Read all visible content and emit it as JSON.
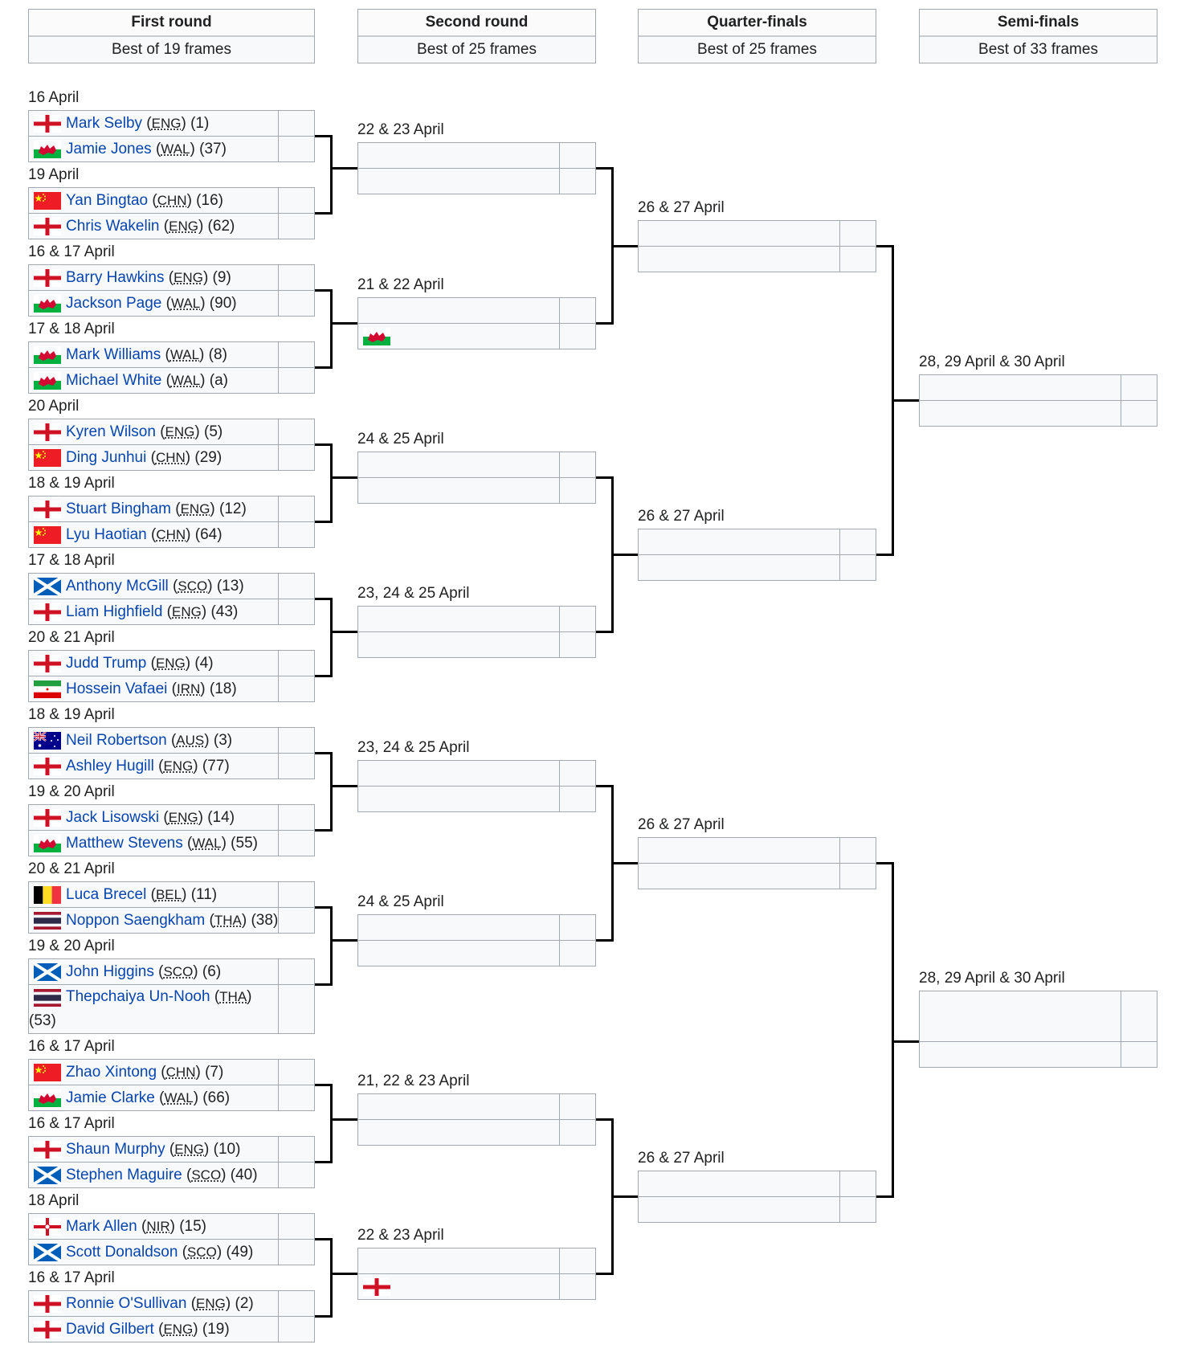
{
  "headers": [
    {
      "title": "First round",
      "subtitle": "Best of 19 frames"
    },
    {
      "title": "Second round",
      "subtitle": "Best of 25 frames"
    },
    {
      "title": "Quarter-finals",
      "subtitle": "Best of 25 frames"
    },
    {
      "title": "Semi-finals",
      "subtitle": "Best of 33 frames"
    }
  ],
  "round1": [
    {
      "date": "16 April",
      "players": [
        {
          "name": "Mark Selby",
          "nat": "ENG",
          "seed": "1",
          "flag": "eng"
        },
        {
          "name": "Jamie Jones",
          "nat": "WAL",
          "seed": "37",
          "flag": "wal"
        }
      ]
    },
    {
      "date": "19 April",
      "players": [
        {
          "name": "Yan Bingtao",
          "nat": "CHN",
          "seed": "16",
          "flag": "chn"
        },
        {
          "name": "Chris Wakelin",
          "nat": "ENG",
          "seed": "62",
          "flag": "eng"
        }
      ]
    },
    {
      "date": "16 & 17 April",
      "players": [
        {
          "name": "Barry Hawkins",
          "nat": "ENG",
          "seed": "9",
          "flag": "eng"
        },
        {
          "name": "Jackson Page",
          "nat": "WAL",
          "seed": "90",
          "flag": "wal"
        }
      ]
    },
    {
      "date": "17 & 18 April",
      "players": [
        {
          "name": "Mark Williams",
          "nat": "WAL",
          "seed": "8",
          "flag": "wal"
        },
        {
          "name": "Michael White",
          "nat": "WAL",
          "seed": "a",
          "flag": "wal"
        }
      ]
    },
    {
      "date": "20 April",
      "players": [
        {
          "name": "Kyren Wilson",
          "nat": "ENG",
          "seed": "5",
          "flag": "eng"
        },
        {
          "name": "Ding Junhui",
          "nat": "CHN",
          "seed": "29",
          "flag": "chn"
        }
      ]
    },
    {
      "date": "18 & 19 April",
      "players": [
        {
          "name": "Stuart Bingham",
          "nat": "ENG",
          "seed": "12",
          "flag": "eng"
        },
        {
          "name": "Lyu Haotian",
          "nat": "CHN",
          "seed": "64",
          "flag": "chn"
        }
      ]
    },
    {
      "date": "17 & 18 April",
      "players": [
        {
          "name": "Anthony McGill",
          "nat": "SCO",
          "seed": "13",
          "flag": "sco"
        },
        {
          "name": "Liam Highfield",
          "nat": "ENG",
          "seed": "43",
          "flag": "eng"
        }
      ]
    },
    {
      "date": "20 & 21 April",
      "players": [
        {
          "name": "Judd Trump",
          "nat": "ENG",
          "seed": "4",
          "flag": "eng"
        },
        {
          "name": "Hossein Vafaei",
          "nat": "IRN",
          "seed": "18",
          "flag": "irn"
        }
      ]
    },
    {
      "date": "18 & 19 April",
      "players": [
        {
          "name": "Neil Robertson",
          "nat": "AUS",
          "seed": "3",
          "flag": "aus"
        },
        {
          "name": "Ashley Hugill",
          "nat": "ENG",
          "seed": "77",
          "flag": "eng"
        }
      ]
    },
    {
      "date": "19 & 20 April",
      "players": [
        {
          "name": "Jack Lisowski",
          "nat": "ENG",
          "seed": "14",
          "flag": "eng"
        },
        {
          "name": "Matthew Stevens",
          "nat": "WAL",
          "seed": "55",
          "flag": "wal"
        }
      ]
    },
    {
      "date": "20 & 21 April",
      "players": [
        {
          "name": "Luca Brecel",
          "nat": "BEL",
          "seed": "11",
          "flag": "bel"
        },
        {
          "name": "Noppon Saengkham",
          "nat": "THA",
          "seed": "38",
          "flag": "tha"
        }
      ]
    },
    {
      "date": "19 & 20 April",
      "players": [
        {
          "name": "John Higgins",
          "nat": "SCO",
          "seed": "6",
          "flag": "sco"
        },
        {
          "name": "Thepchaiya Un-Nooh",
          "nat": "THA",
          "seed": "53",
          "flag": "tha",
          "wrap": true
        }
      ]
    },
    {
      "date": "16 & 17 April",
      "players": [
        {
          "name": "Zhao Xintong",
          "nat": "CHN",
          "seed": "7",
          "flag": "chn"
        },
        {
          "name": "Jamie Clarke",
          "nat": "WAL",
          "seed": "66",
          "flag": "wal"
        }
      ]
    },
    {
      "date": "16 & 17 April",
      "players": [
        {
          "name": "Shaun Murphy",
          "nat": "ENG",
          "seed": "10",
          "flag": "eng"
        },
        {
          "name": "Stephen Maguire",
          "nat": "SCO",
          "seed": "40",
          "flag": "sco"
        }
      ]
    },
    {
      "date": "18 April",
      "players": [
        {
          "name": "Mark Allen",
          "nat": "NIR",
          "seed": "15",
          "flag": "nir"
        },
        {
          "name": "Scott Donaldson",
          "nat": "SCO",
          "seed": "49",
          "flag": "sco"
        }
      ]
    },
    {
      "date": "16 & 17 April",
      "players": [
        {
          "name": "Ronnie O'Sullivan",
          "nat": "ENG",
          "seed": "2",
          "flag": "eng"
        },
        {
          "name": "David Gilbert",
          "nat": "ENG",
          "seed": "19",
          "flag": "eng"
        }
      ]
    }
  ],
  "round2": [
    {
      "date": "22 & 23 April",
      "players": [
        {},
        {}
      ]
    },
    {
      "date": "21 & 22 April",
      "players": [
        {},
        {
          "flag": "wal"
        }
      ]
    },
    {
      "date": "24 & 25 April",
      "players": [
        {},
        {}
      ]
    },
    {
      "date": "23, 24 & 25 April",
      "players": [
        {},
        {}
      ]
    },
    {
      "date": "23, 24 & 25 April",
      "players": [
        {},
        {}
      ]
    },
    {
      "date": "24 & 25 April",
      "players": [
        {},
        {}
      ]
    },
    {
      "date": "21, 22 & 23 April",
      "players": [
        {},
        {}
      ]
    },
    {
      "date": "22 & 23 April",
      "players": [
        {},
        {
          "flag": "eng"
        }
      ]
    }
  ],
  "quarterfinals": [
    {
      "date": "26 & 27 April",
      "players": [
        {},
        {}
      ]
    },
    {
      "date": "26 & 27 April",
      "players": [
        {},
        {}
      ]
    },
    {
      "date": "26 & 27 April",
      "players": [
        {},
        {}
      ]
    },
    {
      "date": "26 & 27 April",
      "players": [
        {},
        {}
      ]
    }
  ],
  "semifinals": [
    {
      "date": "28, 29 April & 30 April",
      "players": [
        {},
        {}
      ]
    },
    {
      "date": "28, 29 April & 30 April",
      "players": [
        {},
        {}
      ],
      "tall_first": true
    }
  ],
  "colors": {
    "link": "#0645ad",
    "border": "#a2a9b1",
    "cell": "#f8f9fa",
    "connector": "#000000"
  }
}
